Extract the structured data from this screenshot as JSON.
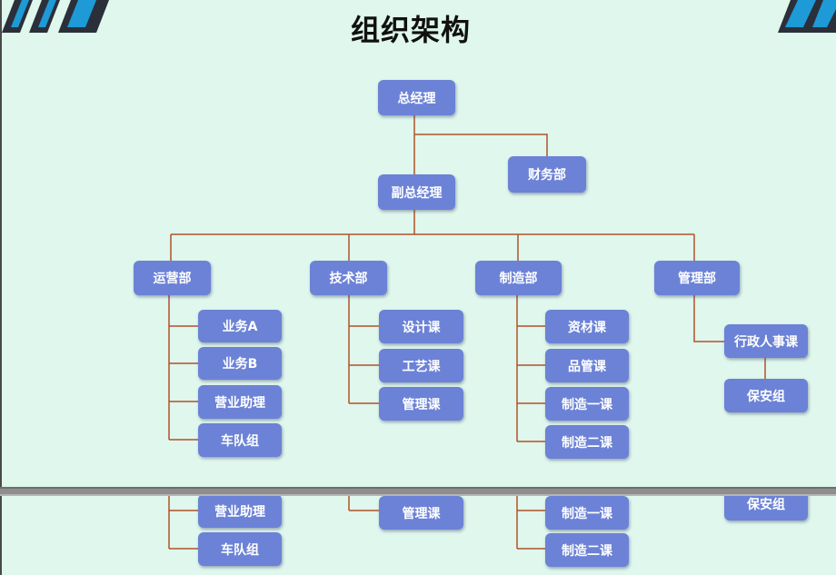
{
  "title": "组织架构",
  "colors": {
    "background": "#dff7ec",
    "box": "#6b82d6",
    "connector": "#b0522a",
    "deco_blue": "#1e9ad6",
    "deco_dark": "#2b2f3a"
  },
  "org": {
    "general_manager": "总经理",
    "finance": "财务部",
    "deputy_manager": "副总经理",
    "departments": [
      {
        "name": "运营部",
        "units": [
          "业务A",
          "业务B",
          "营业助理",
          "车队组"
        ]
      },
      {
        "name": "技术部",
        "units": [
          "设计课",
          "工艺课",
          "管理课"
        ]
      },
      {
        "name": "制造部",
        "units": [
          "资材课",
          "品管课",
          "制造一课",
          "制造二课"
        ]
      },
      {
        "name": "管理部",
        "units": [
          "行政人事课",
          "保安组"
        ]
      }
    ]
  },
  "second_view": {
    "ops": [
      "营业助理",
      "车队组"
    ],
    "tech": [
      "管理课"
    ],
    "mfg": [
      "制造一课",
      "制造二课"
    ],
    "admin": [
      "保安组"
    ]
  }
}
